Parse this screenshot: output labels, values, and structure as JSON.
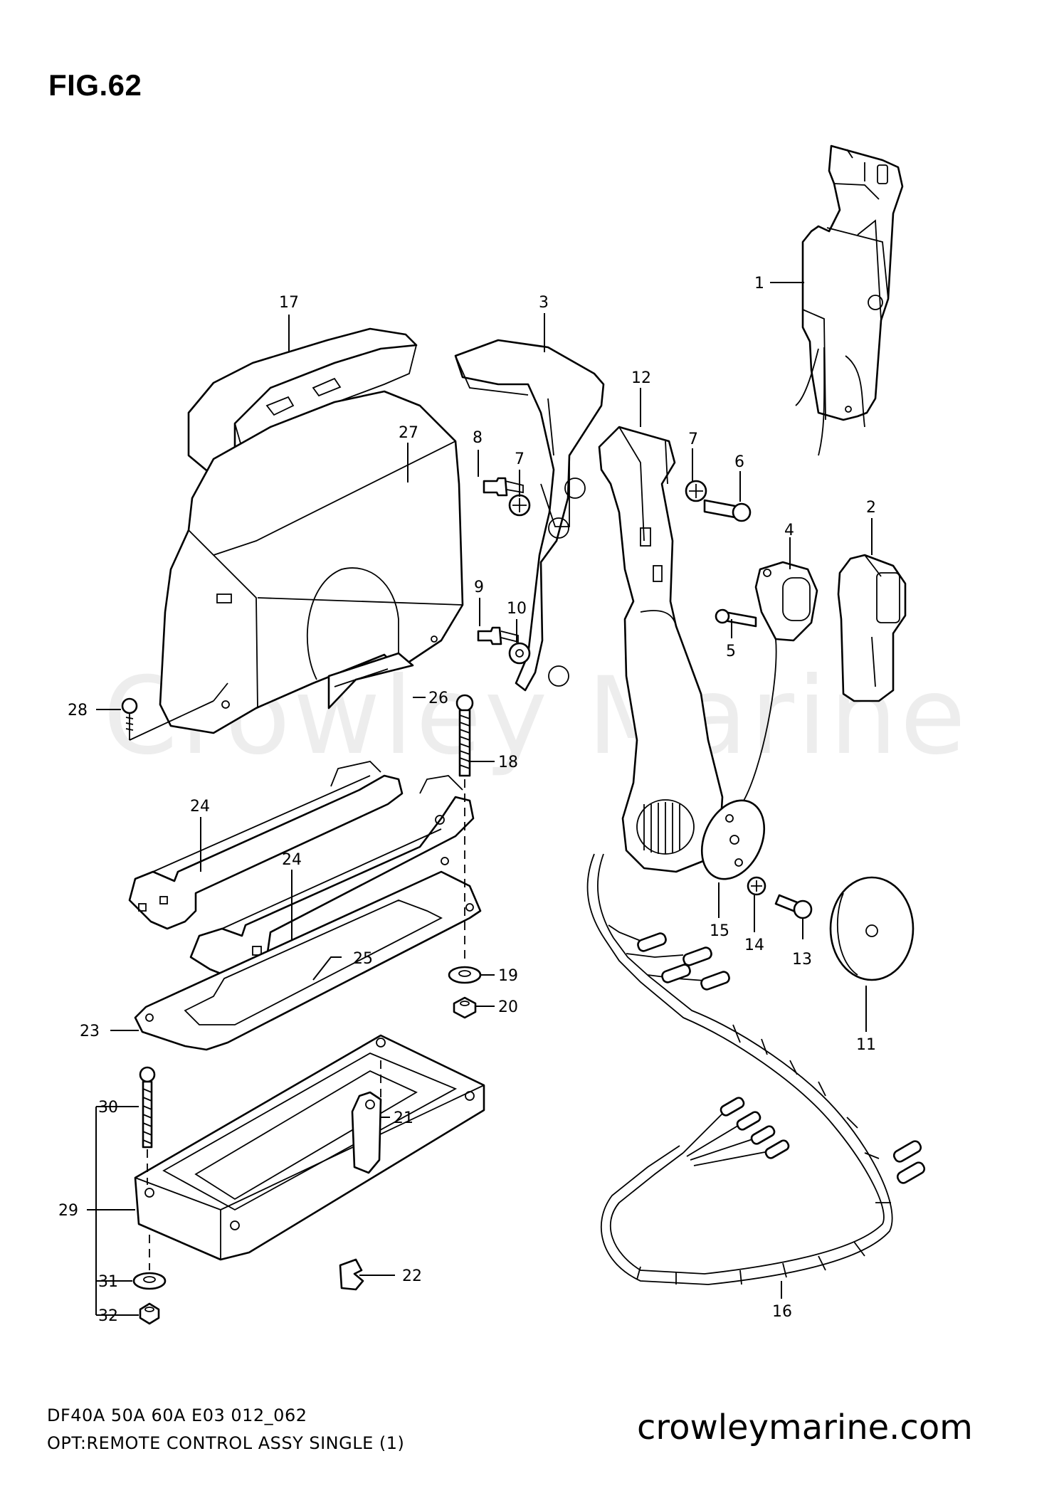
{
  "figure": {
    "title": "FIG.62",
    "code": "DF40A 50A 60A E03 012_062",
    "name": "OPT:REMOTE CONTROL ASSY SINGLE (1)",
    "website": "crowleymarine.com",
    "watermark": "Crowley Marine"
  },
  "callouts": {
    "c1": "1",
    "c2": "2",
    "c3": "3",
    "c4": "4",
    "c5": "5",
    "c6": "6",
    "c7a": "7",
    "c7b": "7",
    "c8": "8",
    "c9": "9",
    "c10": "10",
    "c11": "11",
    "c12": "12",
    "c13": "13",
    "c14": "14",
    "c15": "15",
    "c16": "16",
    "c17": "17",
    "c18": "18",
    "c19": "19",
    "c20": "20",
    "c21": "21",
    "c22": "22",
    "c23": "23",
    "c24a": "24",
    "c24b": "24",
    "c25": "25",
    "c26": "26",
    "c27": "27",
    "c28": "28",
    "c29": "29",
    "c30": "30",
    "c31": "31",
    "c32": "32"
  }
}
